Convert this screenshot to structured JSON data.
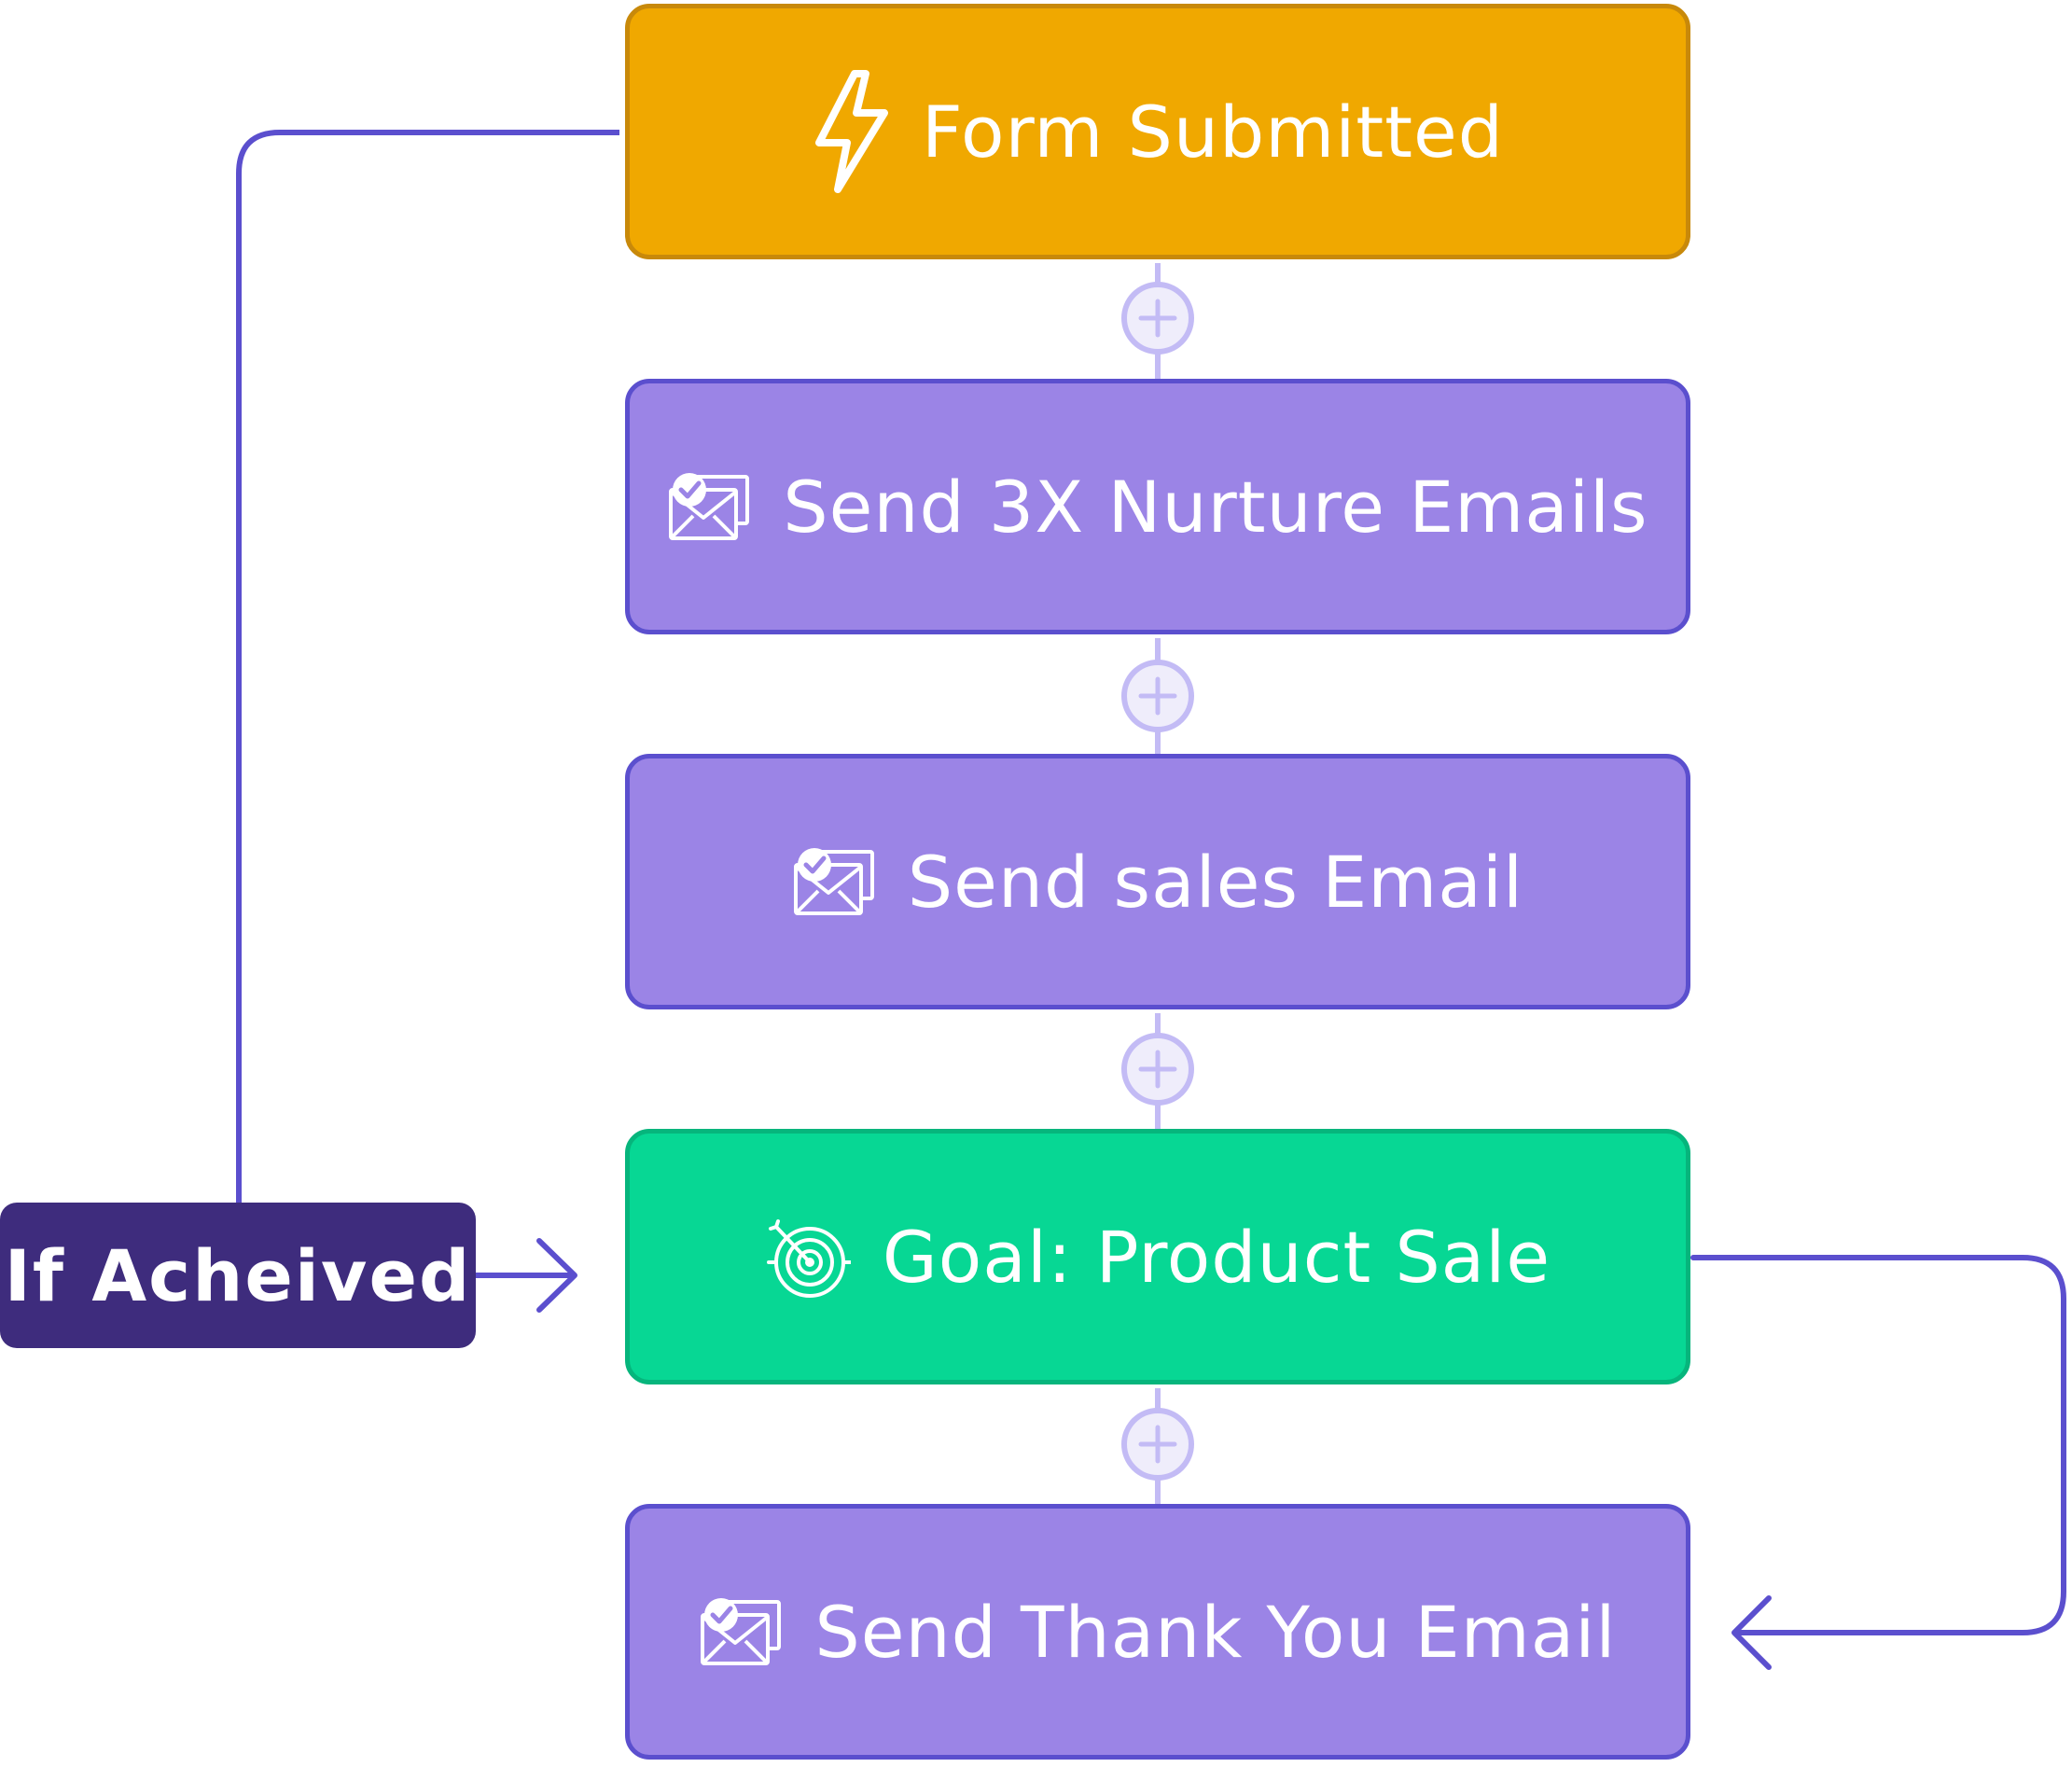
{
  "nodes": {
    "form_submitted": {
      "label": "Form Submitted",
      "icon": "lightning-icon",
      "color": "#f0a800"
    },
    "nurture_emails": {
      "label": "Send 3X Nurture Emails",
      "icon": "email-check-icon",
      "color": "#9b84e6"
    },
    "sales_email": {
      "label": "Send sales Email",
      "icon": "email-check-icon",
      "color": "#9b84e6"
    },
    "goal_sale": {
      "label": "Goal: Product Sale",
      "icon": "target-icon",
      "color": "#07d794"
    },
    "thank_you_email": {
      "label": "Send Thank You Email",
      "icon": "email-check-icon",
      "color": "#9b84e6"
    }
  },
  "condition": {
    "label": "If Acheived",
    "color": "#3e2c7d"
  },
  "add_step_buttons": [
    {
      "icon": "plus-icon"
    },
    {
      "icon": "plus-icon"
    },
    {
      "icon": "plus-icon"
    },
    {
      "icon": "plus-icon"
    }
  ],
  "colors": {
    "connector": "#5b4fce",
    "add_button": "#c3bbf5"
  }
}
